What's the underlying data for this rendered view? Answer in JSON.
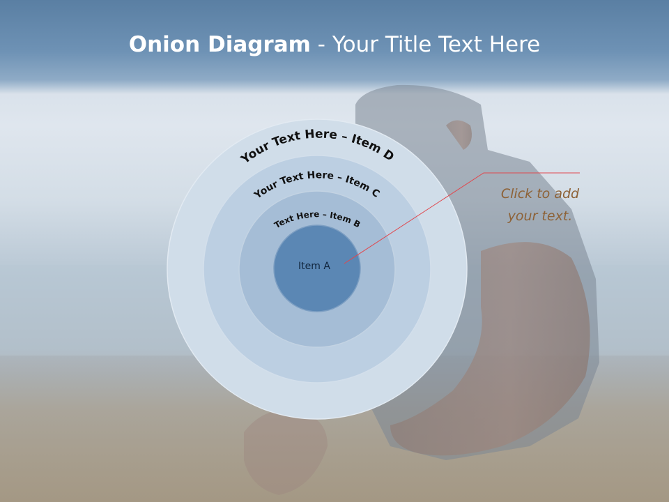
{
  "slide": {
    "title_bold": "Onion Diagram",
    "title_rest": " - Your Title Text Here"
  },
  "diagram": {
    "layers": [
      {
        "label": "Item A",
        "color": "#5b87b4"
      },
      {
        "label": "Text Here – Item B",
        "color": "#a5bdd6"
      },
      {
        "label": "Your Text Here – Item C",
        "color": "#bccfe2"
      },
      {
        "label": "Your Text Here – Item D",
        "color": "#d0dde9"
      }
    ]
  },
  "callout": {
    "text": "Click  to add\nyour text.",
    "line_color": "#e0484e"
  }
}
